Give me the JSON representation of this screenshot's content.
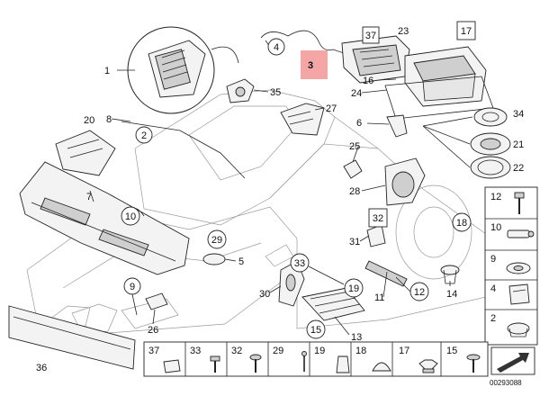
{
  "callouts": {
    "c1": "1",
    "c2": "2",
    "c3": "3",
    "c4": "4",
    "c5": "5",
    "c6": "6",
    "c7": "7",
    "c8": "8",
    "c9": "9",
    "c10": "10",
    "c11": "11",
    "c12": "12",
    "c13": "13",
    "c14": "14",
    "c15": "15",
    "c16": "16",
    "c17": "17",
    "c18": "18",
    "c19": "19",
    "c20": "20",
    "c21": "21",
    "c22": "22",
    "c23": "23",
    "c24": "24",
    "c25": "25",
    "c26": "26",
    "c27": "27",
    "c28": "28",
    "c29": "29",
    "c30": "30",
    "c31": "31",
    "c32": "32",
    "c33": "33",
    "c34": "34",
    "c35": "35",
    "c36": "36",
    "c37": "37"
  },
  "highlight_label": "3",
  "highlight_color": "#f4a6a6",
  "side_panel": [
    "12",
    "10",
    "9",
    "4",
    "2"
  ],
  "bottom_strip": [
    "37",
    "33",
    "32",
    "29",
    "19",
    "18",
    "17",
    "15"
  ],
  "diagram_number": "00293088"
}
